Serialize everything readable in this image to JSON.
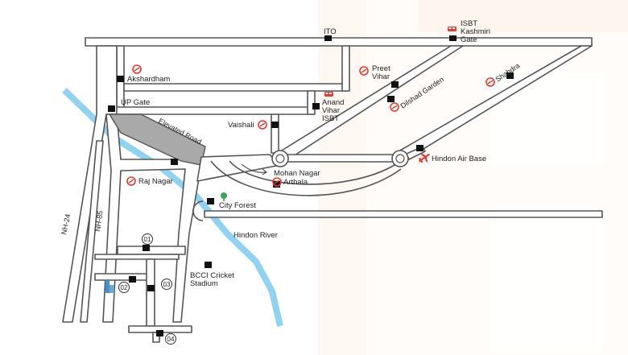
{
  "colors": {
    "background_tint": "#fdf3ea",
    "river": "#8fd3f0",
    "elevated_road": "#a9a9a9",
    "road_outline": "#555555",
    "metro_icon": "#e63b2e",
    "bus_icon": "#e63b2e",
    "airport_icon": "#e63b2e",
    "tree_icon": "#3aa35a",
    "building_icon": "#4a90c8",
    "marker": "#111111"
  },
  "roads": {
    "elevated_road": "Elevated Road",
    "nh24": "NH-24",
    "nh85": "NH-85"
  },
  "places": {
    "ito": "ITO",
    "isbt_kashmiri_gate": [
      "ISBT",
      "Kashmiri",
      "Gate"
    ],
    "akshardham": "Akshardham",
    "up_gate": "UP Gate",
    "preet_vihar": [
      "Preet",
      "Vihar"
    ],
    "dilshad_garden": "Dilshad Garden",
    "shahdra": "Shahdra",
    "anand_vihar_isbt": [
      "Anand",
      "Vihar",
      "ISBT"
    ],
    "vaishali": "Vaishali",
    "mohan_nagar": "Mohan Nagar",
    "arthala": "Arthala",
    "hindon_air_base": "Hindon Air Base",
    "raj_nagar": "Raj Nagar",
    "city_forest": "City Forest",
    "hindon_river": "Hindon River",
    "bcci_stadium": [
      "BCCI Cricket",
      "Stadium"
    ]
  },
  "site_numbers": [
    "01",
    "02",
    "03",
    "04"
  ],
  "icons": {
    "metro": "metro-icon",
    "bus": "bus-icon",
    "airport": "airplane-icon",
    "tree": "tree-icon",
    "building": "building-icon"
  }
}
